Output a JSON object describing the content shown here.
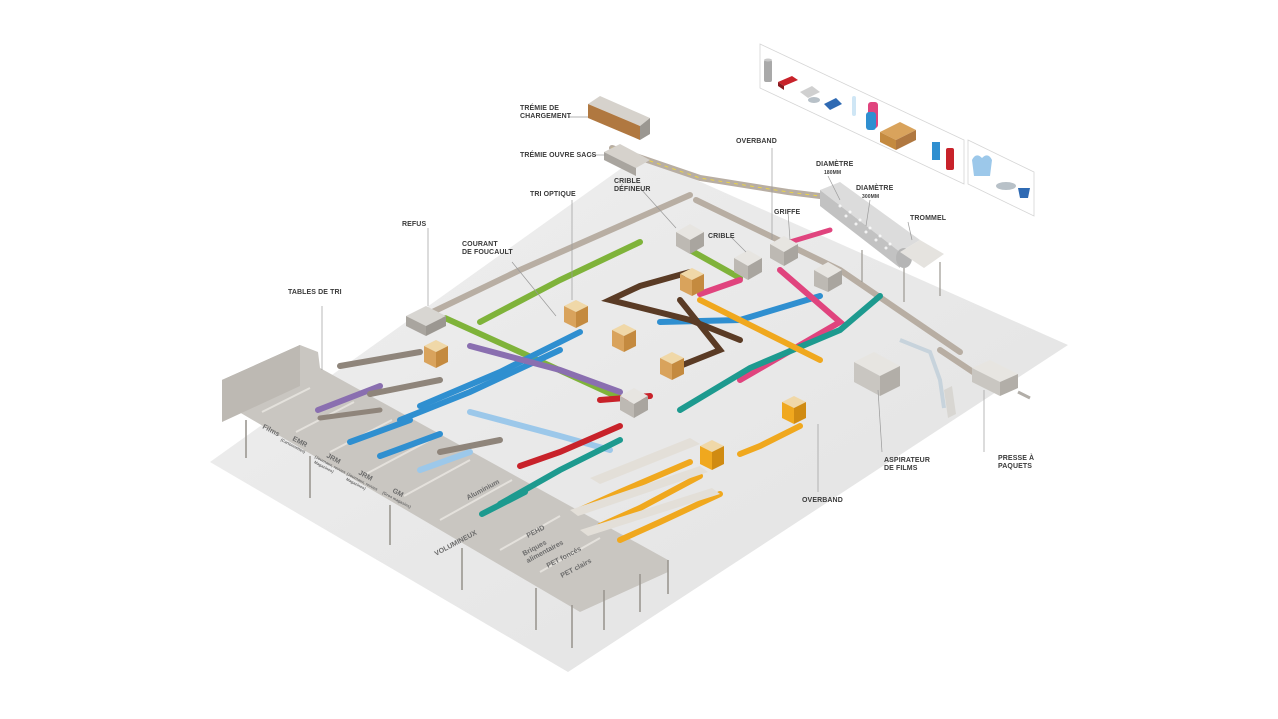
{
  "labels": {
    "tremie_chargement": [
      "TRÉMIE DE",
      "CHARGEMENT"
    ],
    "tremie_ouvre_sacs": "TRÉMIE OUVRE SACS",
    "crible_defineur": [
      "CRIBLE",
      "DÉFINEUR"
    ],
    "tri_optique": "TRI OPTIQUE",
    "refus": "REFUS",
    "courant_foucault": [
      "COURANT",
      "DE FOUCAULT"
    ],
    "tables_de_tri": "TABLES DE TRI",
    "crible": "CRIBLE",
    "griffe": "GRIFFE",
    "overband_top": "OVERBAND",
    "diametre_180": [
      "DIAMÈTRE",
      "180MM"
    ],
    "diametre_300": [
      "DIAMÈTRE",
      "300MM"
    ],
    "trommel": "TROMMEL",
    "aspirateur_films": [
      "ASPIRATEUR",
      "DE FILMS"
    ],
    "presse_paquets": [
      "PRESSE À",
      "PAQUETS"
    ],
    "overband_bottom": "OVERBAND"
  },
  "bays": {
    "films": "Films",
    "emr": [
      "EMR",
      "(Cartonnettes)"
    ],
    "jrm_1": [
      "JRM",
      "(Journaux, revues",
      "Magazines)"
    ],
    "jrm_2": [
      "JRM",
      "(Journaux, revues",
      "Magazines)"
    ],
    "gm": [
      "GM",
      "(Gros magasins)"
    ],
    "aluminium": "Aluminium",
    "volumineux": "VOLUMINEUX",
    "pehd": "PEHD",
    "briques": [
      "Briques",
      "alimentaires"
    ],
    "pet_fonces": "PET foncés",
    "pet_clairs": "PET clairs"
  },
  "colors": {
    "floor": "#e9e9e9",
    "platform": "#c9c6c1",
    "grey_belt": "#a89f95",
    "green_belt": "#7fb33a",
    "blue_belt": "#2f8fd0",
    "pink_belt": "#e0447e",
    "teal_belt": "#1d9a8f",
    "brown_belt": "#5a3b25",
    "orange_belt": "#f0a81e",
    "red_belt": "#c8222a",
    "purple_belt": "#8a6fb0",
    "light_blue_belt": "#9cc8ea",
    "yellow_belt": "#e8d24a"
  }
}
